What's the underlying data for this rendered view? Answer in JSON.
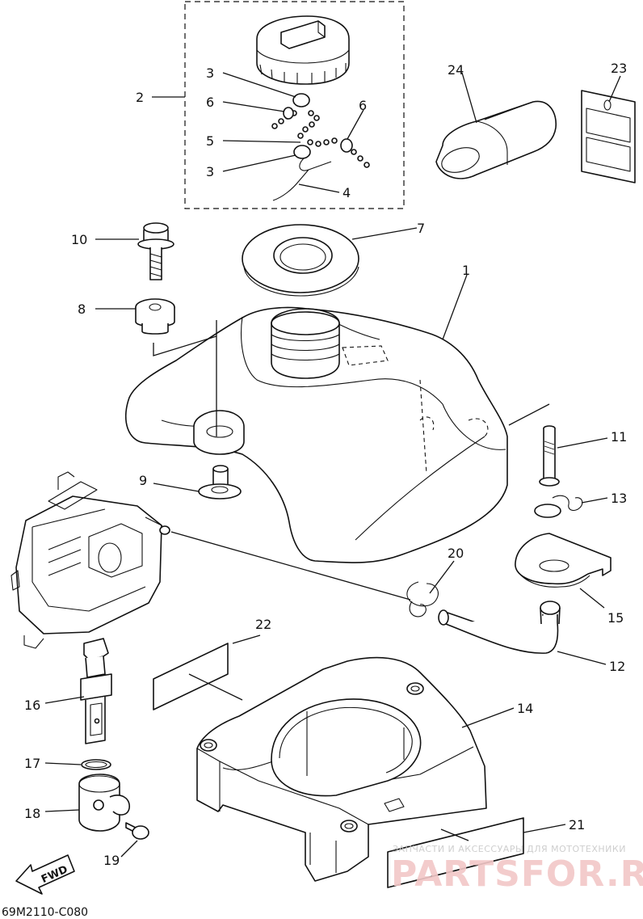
{
  "document": {
    "code": "69M2110-C080",
    "direction_label": "FWD"
  },
  "callouts": [
    {
      "num": "1",
      "part": "fuel-tank"
    },
    {
      "num": "2",
      "part": "fuel-cap-assembly"
    },
    {
      "num": "3",
      "part": "ring-upper"
    },
    {
      "num": "3",
      "part": "ring-lower"
    },
    {
      "num": "4",
      "part": "cap-wire"
    },
    {
      "num": "5",
      "part": "cap-chain"
    },
    {
      "num": "6",
      "part": "chain-clip-left"
    },
    {
      "num": "6",
      "part": "chain-clip-right"
    },
    {
      "num": "7",
      "part": "filler-neck-seal"
    },
    {
      "num": "8",
      "part": "grommet"
    },
    {
      "num": "9",
      "part": "collar"
    },
    {
      "num": "10",
      "part": "bolt"
    },
    {
      "num": "11",
      "part": "bolt-long"
    },
    {
      "num": "12",
      "part": "fuel-hose"
    },
    {
      "num": "13",
      "part": "spring-clip"
    },
    {
      "num": "14",
      "part": "tank-bracket"
    },
    {
      "num": "15",
      "part": "damper-plate"
    },
    {
      "num": "16",
      "part": "fuel-cock"
    },
    {
      "num": "17",
      "part": "o-ring"
    },
    {
      "num": "18",
      "part": "cock-holder"
    },
    {
      "num": "19",
      "part": "screw"
    },
    {
      "num": "20",
      "part": "hose-clip"
    },
    {
      "num": "21",
      "part": "label-bracket"
    },
    {
      "num": "22",
      "part": "label-small"
    },
    {
      "num": "23",
      "part": "caution-tag"
    },
    {
      "num": "24",
      "part": "sponge-pad"
    }
  ],
  "watermark": {
    "tagline": "ЗАПЧАСТИ И АКСЕССУАРЫ ДЛЯ МОТОТЕХНИКИ",
    "logo": "PARTSFOR.RU"
  }
}
